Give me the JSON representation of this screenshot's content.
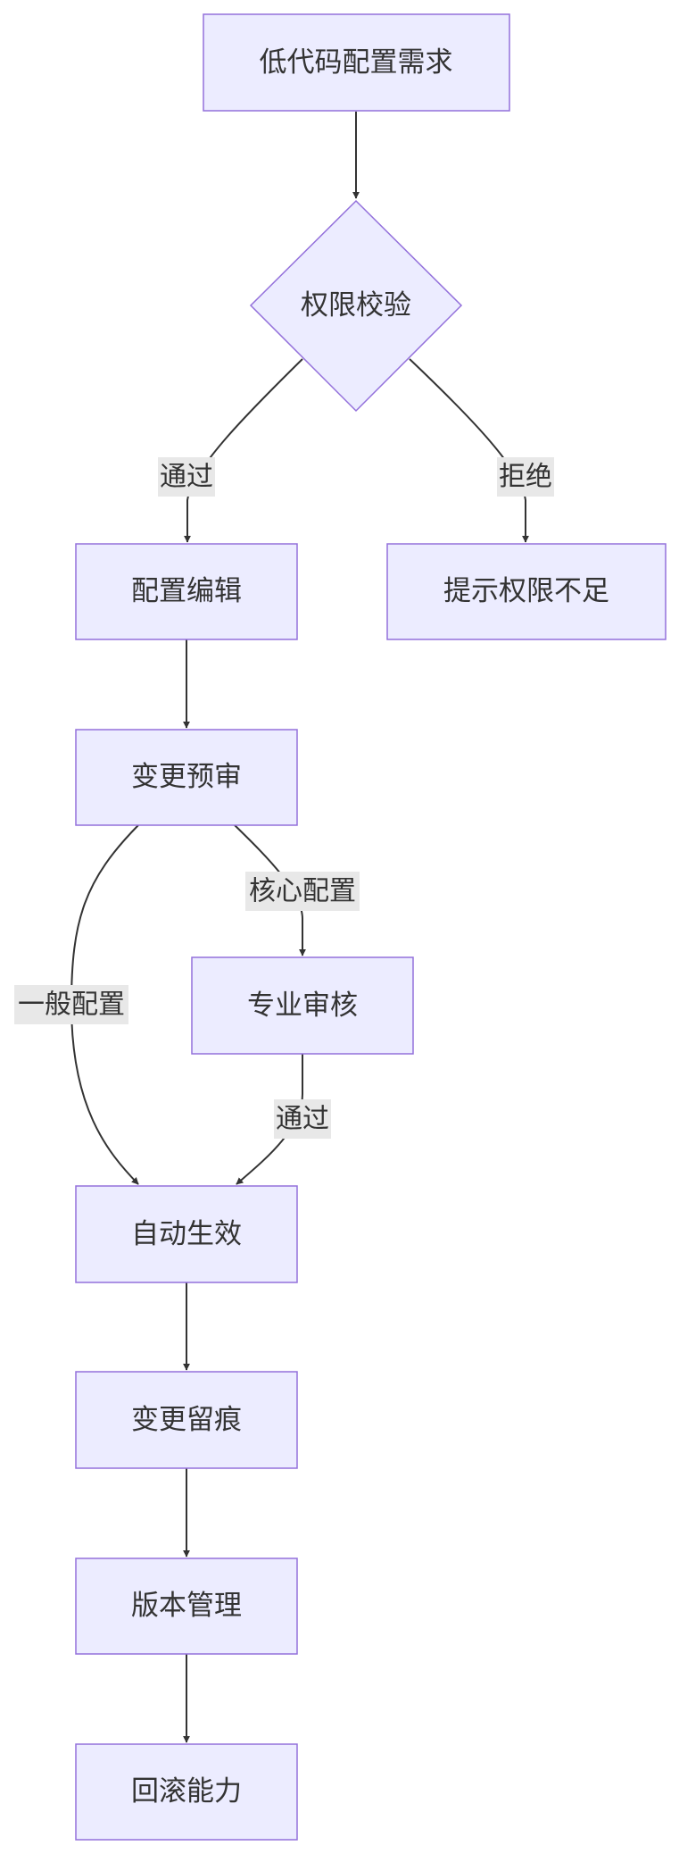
{
  "diagram": {
    "nodes": {
      "requirement": "低代码配置需求",
      "permission_check": "权限校验",
      "config_edit": "配置编辑",
      "insufficient_permission": "提示权限不足",
      "change_prereview": "变更预审",
      "expert_review": "专业审核",
      "auto_apply": "自动生效",
      "change_trace": "变更留痕",
      "version_mgmt": "版本管理",
      "rollback": "回滚能力"
    },
    "edge_labels": {
      "pass": "通过",
      "reject": "拒绝",
      "core_config": "核心配置",
      "general_config": "一般配置",
      "review_pass": "通过"
    },
    "colors": {
      "node_fill": "#ececff",
      "node_stroke": "#9370db",
      "edge": "#333333",
      "label_bg": "#e8e8e8",
      "text": "#333333"
    }
  }
}
